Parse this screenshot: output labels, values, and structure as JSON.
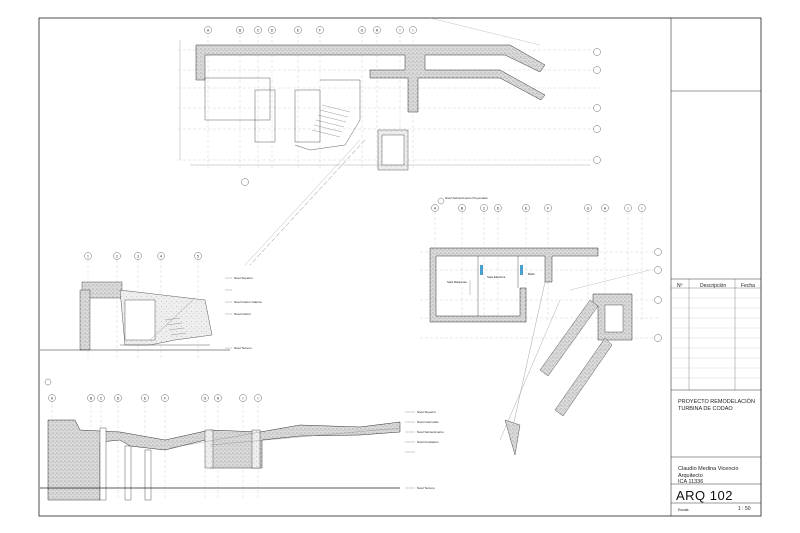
{
  "title_block": {
    "revision_table": {
      "col_num": "Nº",
      "col_description": "Descripción",
      "col_date": "Fecha"
    },
    "project_name": "PROYECTO REMODELACIÓN TURBINA DE CODAO",
    "architect_name": "Claudio Medina Vicencio",
    "architect_title": "Arquitecto",
    "architect_id": "ICA 11336",
    "drawing_number": "ARQ 102",
    "scale_label": "Escala",
    "scale_value": "1 : 50"
  },
  "plan_top": {
    "grid_cols": [
      "A",
      "B",
      "C",
      "D",
      "E",
      "F",
      "G",
      "H",
      "I"
    ],
    "grid_rows": [
      "1",
      "2",
      "3",
      "4",
      "5"
    ]
  },
  "plan_right": {
    "label": "Nivel Sobrecimiento Proyectado",
    "grid_cols": [
      "A",
      "B",
      "C",
      "D",
      "E",
      "F",
      "G",
      "H",
      "I"
    ],
    "room_labels": [
      "Sala Máquinas",
      "Sala Eléctrica",
      "Baño"
    ]
  },
  "section_left": {
    "grid_cols": [
      "1",
      "2",
      "3",
      "4",
      "5"
    ],
    "level_labels": [
      "Nivel Superior",
      "Nivel Interior Galería",
      "Nivel Inferior",
      "Nivel Terreno"
    ]
  },
  "elevation_bottom": {
    "grid_cols": [
      "A",
      "B",
      "C",
      "D",
      "E",
      "F",
      "G",
      "H",
      "I"
    ],
    "level_labels": [
      "Nivel Superior",
      "Nivel Intermedio",
      "Nivel Sobrecimiento",
      "Nivel Fundación",
      "Nivel Terreno"
    ]
  }
}
